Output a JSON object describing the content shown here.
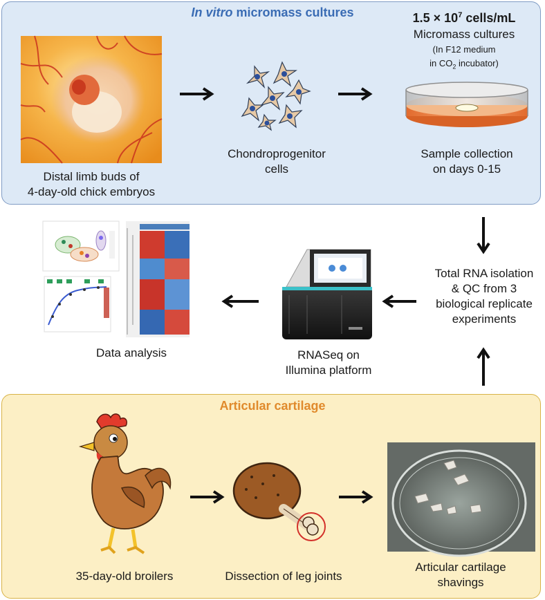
{
  "top_panel": {
    "title_italic": "In vitro",
    "title_rest": " micromass cultures",
    "embryo_caption": [
      "Distal limb buds of",
      "4-day-old chick embryos"
    ],
    "cells_caption": [
      "Chondroprogenitor",
      "cells"
    ],
    "density": "1.5 × 10",
    "density_exp": "7",
    "density_unit": " cells/mL",
    "culture_label": "Micromass cultures",
    "medium_line1": "(In F12 medium",
    "medium_line2_pre": "in CO",
    "medium_line2_sub": "2",
    "medium_line2_post": " incubator)",
    "collection_caption": [
      "Sample collection",
      "on  days 0-15"
    ]
  },
  "middle": {
    "rna_caption": [
      "Total RNA isolation",
      "& QC from 3",
      "biological replicate",
      "experiments"
    ],
    "seq_caption": [
      "RNASeq on",
      "Illumina platform"
    ],
    "analysis_caption": "Data analysis"
  },
  "bottom_panel": {
    "title": "Articular cartilage",
    "broiler_caption": "35-day-old broilers",
    "dissection_caption": "Dissection of leg joints",
    "shavings_caption": [
      "Articular cartilage",
      "shavings"
    ]
  },
  "colors": {
    "top_panel_fill": "#dde9f6",
    "top_panel_border": "#7f9bc4",
    "bottom_panel_fill": "#fcefc5",
    "bottom_panel_border": "#d8b347",
    "top_title": "#3a6cb4",
    "bottom_title": "#e08a2c"
  },
  "icons": [
    "arrow-right-icon",
    "arrow-left-icon",
    "arrow-down-icon",
    "arrow-up-icon",
    "cell-icon",
    "petri-dish-icon",
    "sequencer-icon",
    "chicken-icon",
    "drumstick-icon"
  ]
}
